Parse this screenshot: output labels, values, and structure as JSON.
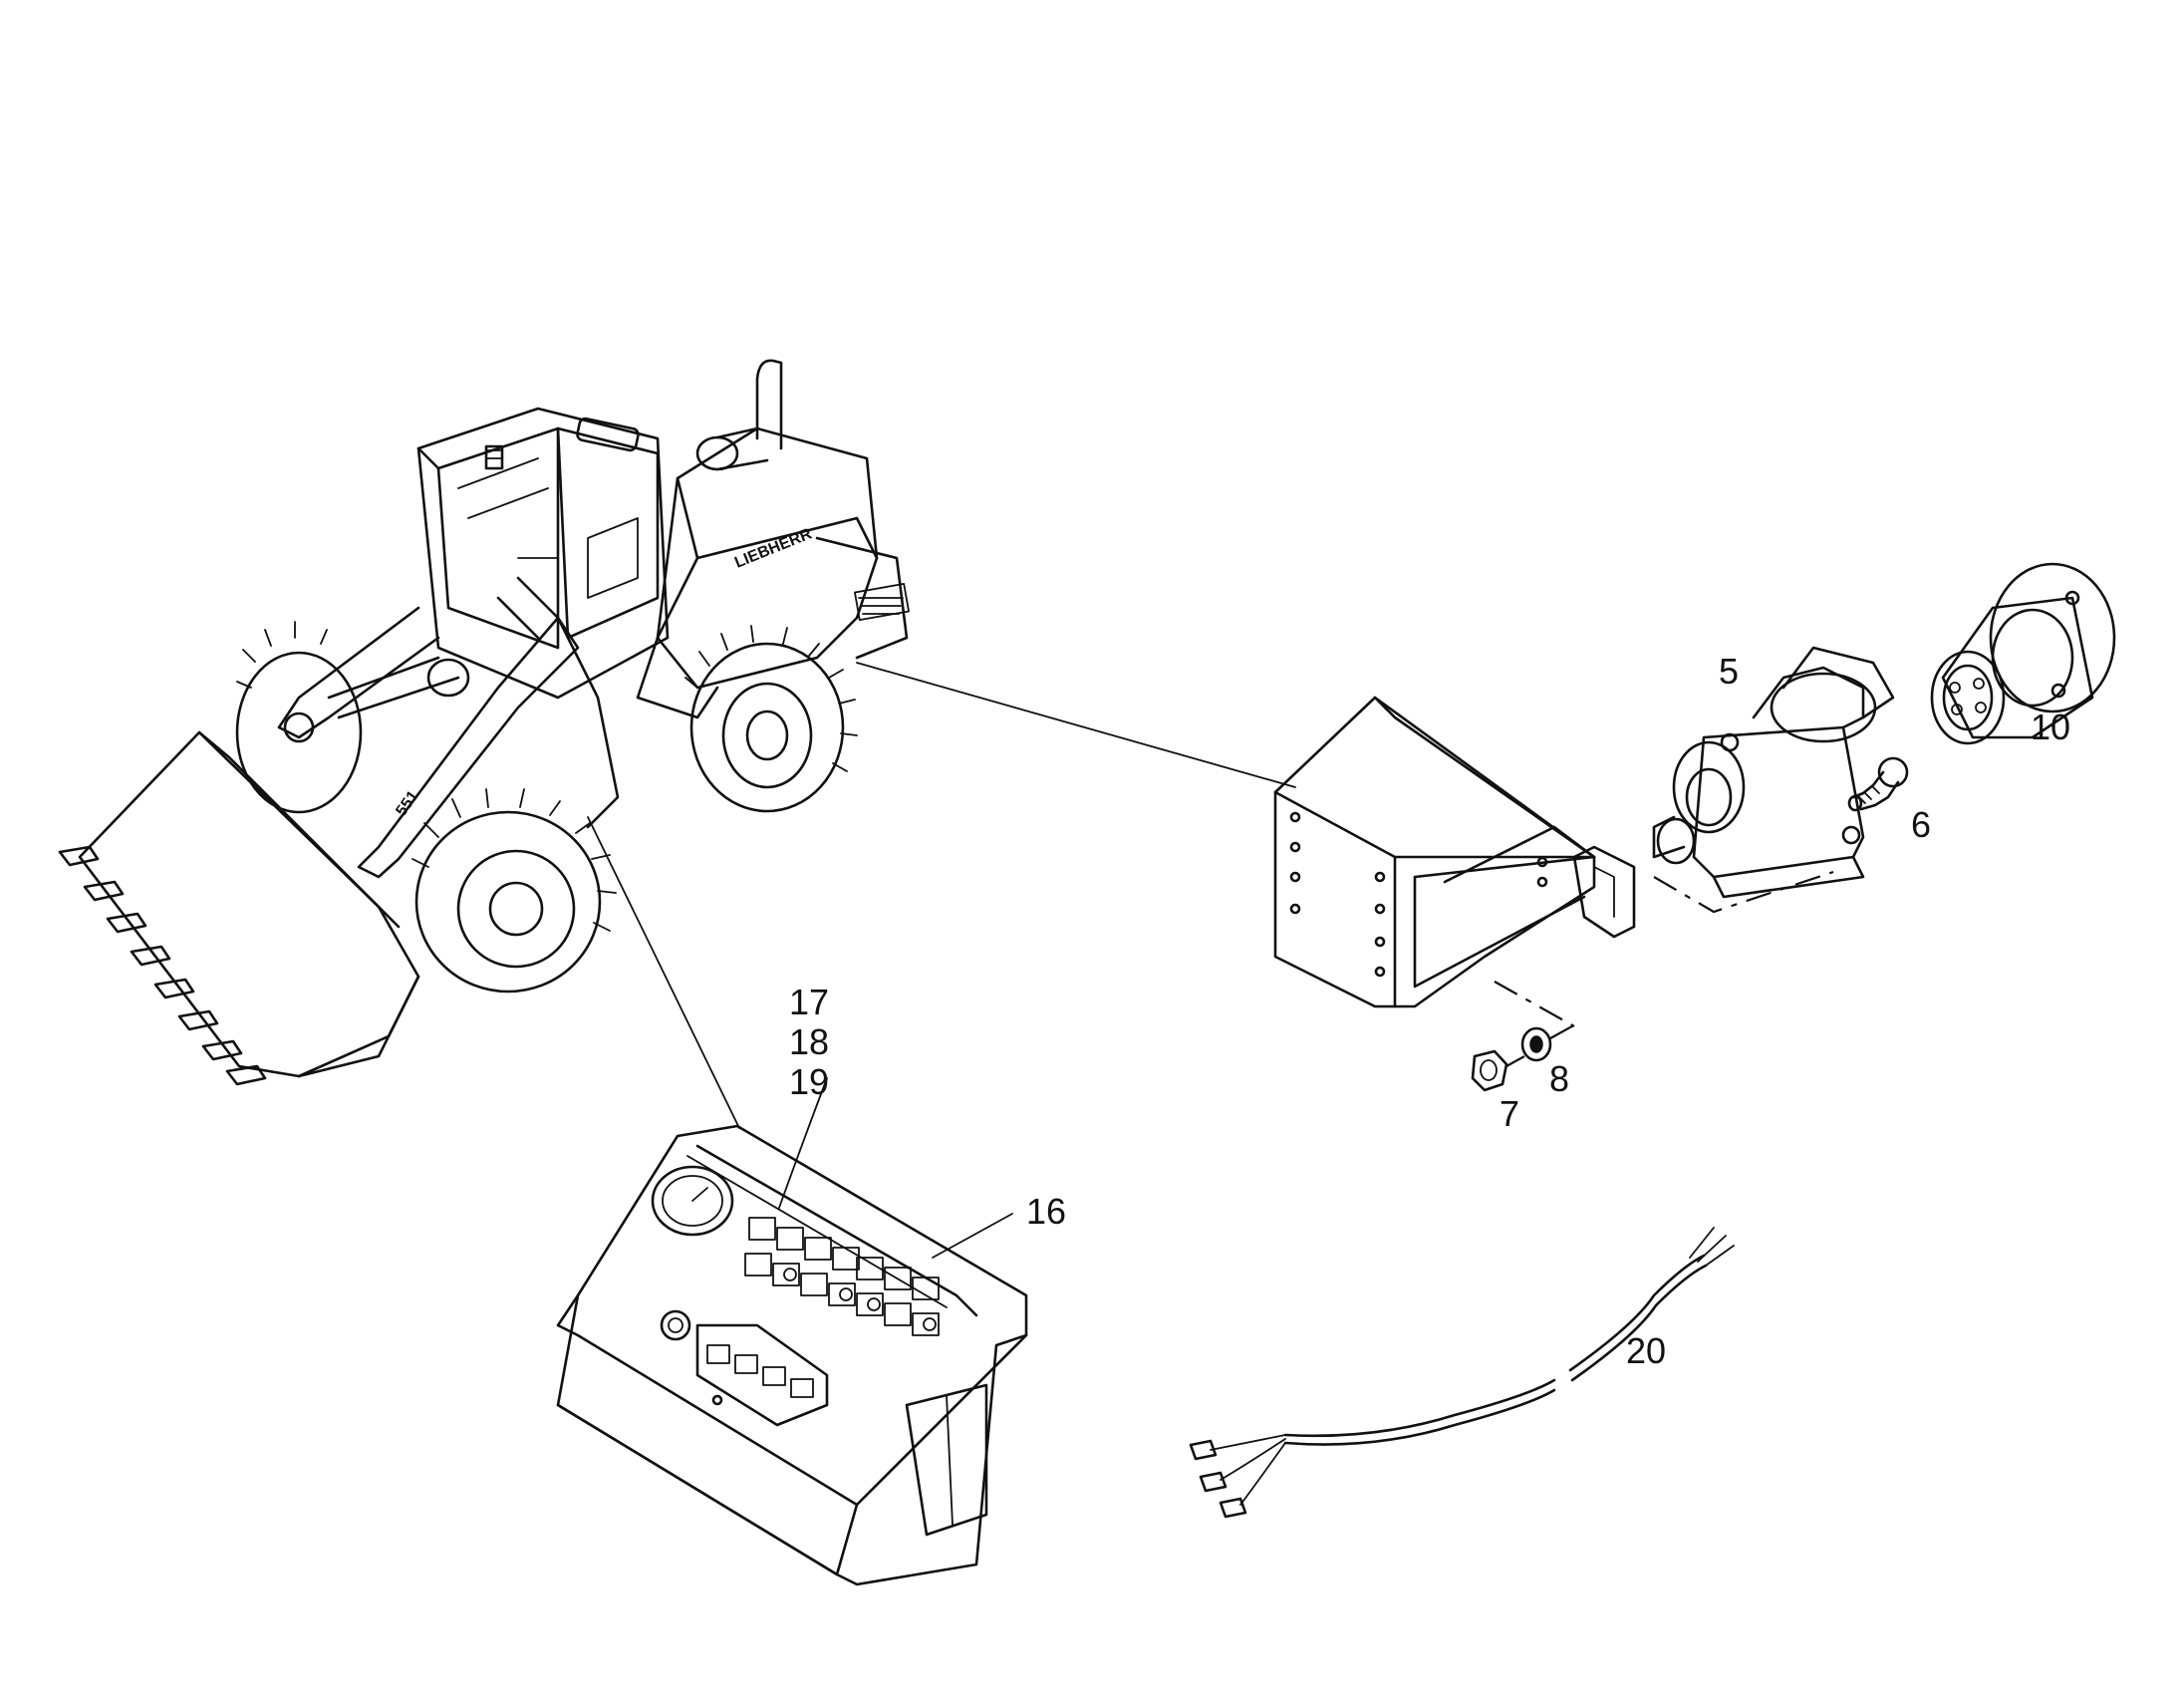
{
  "callouts": {
    "c5": "5",
    "c6": "6",
    "c7": "7",
    "c8": "8",
    "c10": "10",
    "c16": "16",
    "c17": "17",
    "c18": "18",
    "c19": "19",
    "c20": "20"
  },
  "machine": {
    "brand_text": "LIEBHERR",
    "model_text": "551"
  },
  "colors": {
    "ink": "#111111",
    "paper": "#ffffff"
  }
}
